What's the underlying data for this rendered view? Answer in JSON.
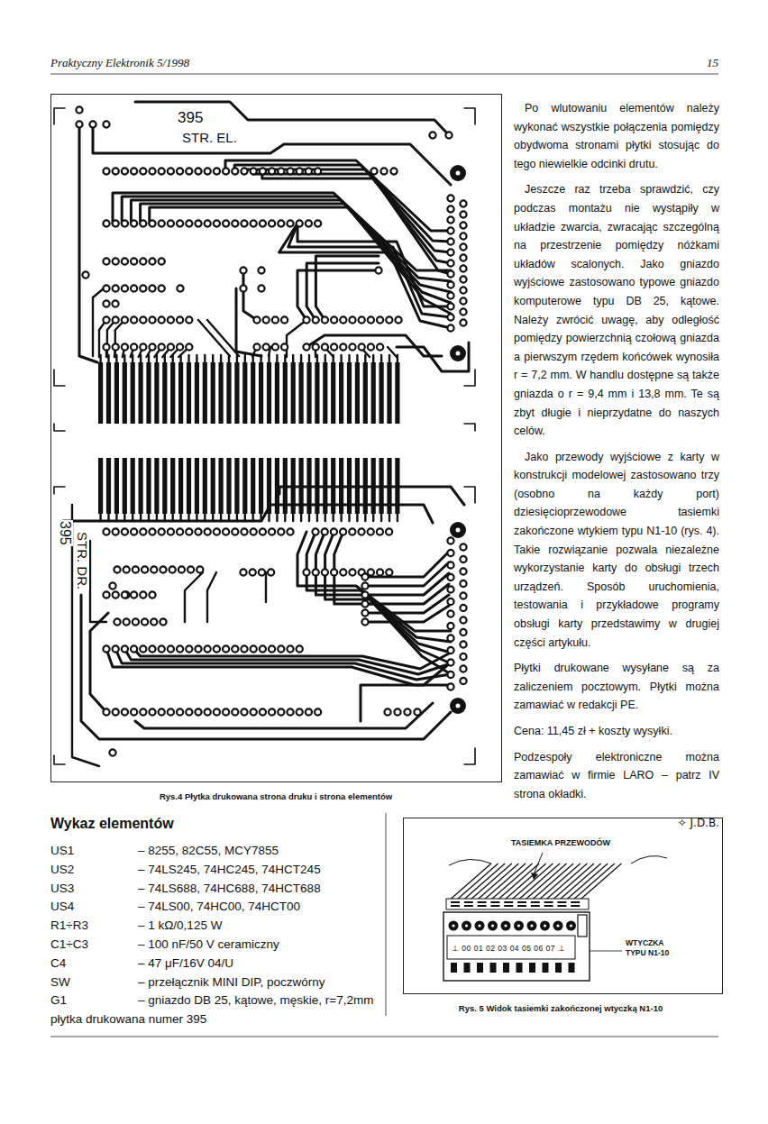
{
  "diagram": {
    "nodes": [
      {
        "text": [
          "395",
          "STR. EL.",
          "395",
          "STR. DR."
        ]
      },
      {
        "text": [
          "TASIEMKA PRZEWODÓW",
          "WTYCZKA TYPU N1-10",
          "⊥ 00 01 02 03 04 05 06 07 ⊥"
        ]
      }
    ],
    "labels": [
      "Praktyczny Elektronik 5/1998",
      "15",
      "Po wlutowaniu elementów należy wykonać wszystkie połączenia pomiędzy obydwoma stronami płytki stosując do tego niewielkie odcinki drutu.",
      "Jeszcze raz trzeba sprawdzić, czy podczas montażu nie wystąpiły w układzie zwarcia, zwracając szczególną na przestrzenie pomiędzy nóżkami układów scalonych. Jako gniazdo wyjściowe zastosowano typowe gniazdo komputerowe typu DB 25, kątowe. Należy zwrócić uwagę, aby odległość pomiędzy powierzchnią czołową gniazda a pierwszym rzędem końcówek wynosiła r = 7,2 mm. W handlu dostępne są także gniazda o r = 9,4 mm i 13,8 mm. Te są zbyt długie i nieprzydatne do naszych celów.",
      "Jako przewody wyjściowe z karty w konstrukcji modelowej zastosowano trzy (osobno na każdy port) dziesięcioprzewodowe tasiemki zakończone wtykiem typu N1-10 (rys. 4). Takie rozwiązanie pozwala niezależne wykorzystanie karty do obsługi trzech urządzeń. Sposób uruchomienia, testowania i przykładowe programy obsługi karty przedstawimy w drugiej części artykułu.",
      "Płytki drukowane wysyłane są za zaliczeniem pocztowym. Płytki można zamawiać w redakcji PE.",
      "Cena: 11,45 zł + koszty wysyłki.",
      "Podzespoły elektroniczne można zamawiać w firmie LARO – patrz IV strona okładki.",
      "✧ J.D.B.",
      "Rys.4 Płytka drukowana strona druku i strona elementów",
      "Wykaz elementów",
      "US1",
      "– 8255, 82C55, MCY7855",
      "US2",
      "– 74LS245, 74HC245, 74HCT245",
      "US3",
      "– 74LS688, 74HC688, 74HCT688",
      "US4",
      "– 74LS00, 74HC00, 74HCT00",
      "R1÷R3",
      "– 1 kΩ/0,125 W",
      "C1÷C3",
      "– 100 nF/50 V ceramiczny",
      "C4",
      "– 47 μF/16V 04/U",
      "SW",
      "– przełącznik MINI DIP, poczwórny",
      "G1",
      "– gniazdo DB 25, kątowe, męskie, r=7,2mm",
      "płytka drukowana numer 395",
      "Rys. 5 Widok tasiemki zakończonej wtyczką N1-10"
    ]
  }
}
